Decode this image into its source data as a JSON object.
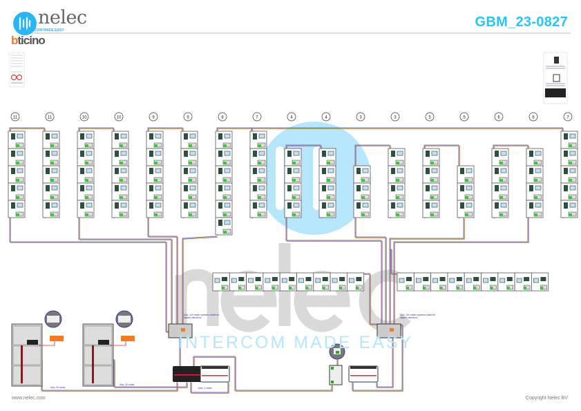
{
  "header": {
    "title": "GBM_23-0827",
    "brand": "nelec",
    "tagline": "INTERCOM MADE EASY",
    "partner_logo_b": "b",
    "partner_logo_rest": "ticino"
  },
  "watermark": {
    "word": "nelec",
    "tagline": "INTERCOM MADE EASY"
  },
  "columns": [
    {
      "label": "11",
      "units": 5
    },
    {
      "label": "11",
      "units": 5
    },
    {
      "label": "10",
      "units": 5
    },
    {
      "label": "10",
      "units": 5
    },
    {
      "label": "9",
      "units": 5
    },
    {
      "label": "9",
      "units": 5
    },
    {
      "label": "8",
      "units": 6
    },
    {
      "label": "7",
      "units": 5
    },
    {
      "label": "4",
      "units": 4
    },
    {
      "label": "4",
      "units": 4
    },
    {
      "label": "3",
      "units": 3
    },
    {
      "label": "3",
      "units": 4
    },
    {
      "label": "5",
      "units": 4
    },
    {
      "label": "5",
      "units": 3
    },
    {
      "label": "6",
      "units": 4
    },
    {
      "label": "6",
      "units": 4
    },
    {
      "label": "7",
      "units": 5
    }
  ],
  "horizontal_rows": [
    {
      "units": 9
    },
    {
      "units": 9
    }
  ],
  "notes": {
    "left_distributor": "Max. 100 meter systeem-kabel tot laatste videofoon",
    "right_distributor": "Max. 100 meter systeem-kabel tot laatste videofoon",
    "cable_1": "Max. 30 meter",
    "cable_2": "Max. 30 meter",
    "cable_3": "Max. 2 meter"
  },
  "colors": {
    "accent": "#29c3f5",
    "wire_brown": "#b87a3a",
    "wire_blue": "#6c74c8",
    "partner": "#f47b20"
  },
  "footer": {
    "website": "www.nelec.com",
    "copyright": "Copyright Nelec BV"
  }
}
